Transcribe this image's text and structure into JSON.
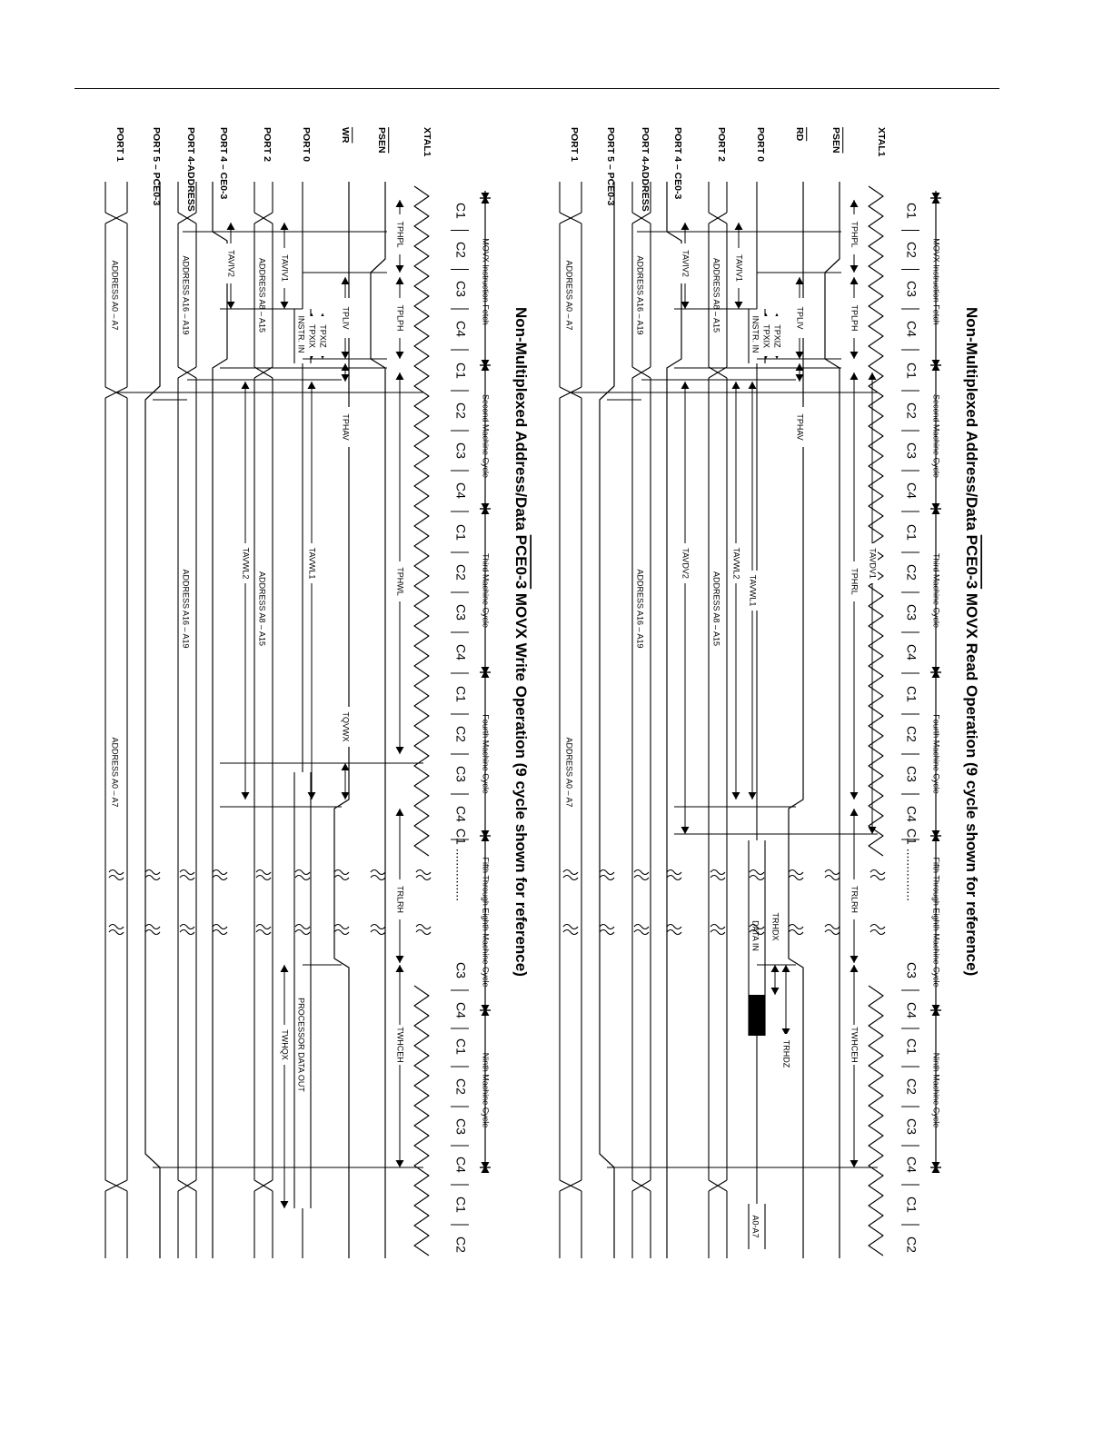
{
  "panels": [
    {
      "id": "read",
      "title_pre": "Non-Multiplexed Address/Data ",
      "title_over": "PCE0-3",
      "title_post": " MOVX Read Operation (9 cycle shown for reference)",
      "signals": [
        "XTAL1",
        "PSEN",
        "RD",
        "PORT 0",
        "PORT 2",
        "PORT 4 – CE0-3",
        "PORT 4-ADDRESS",
        "PORT 5 – PCE0-3",
        "PORT 1"
      ],
      "machine_cycles": [
        "MOVX Instruction Fetch",
        "Second Machine Cycle",
        "Third Machine Cycle",
        "Fourth Machine Cycle",
        "Fifth Through Eighth Machine Cycle",
        "Ninth Machine Cycle"
      ],
      "cycle_labels": [
        "C1",
        "C2",
        "C3",
        "C4",
        "C1",
        "C2",
        "C3",
        "C4",
        "C1",
        "C2",
        "C3",
        "C4",
        "C1",
        "C2",
        "C3",
        "C4",
        "C1 ...............",
        "C3",
        "C4",
        "C1",
        "C2",
        "C3",
        "C4",
        "C1",
        "C2"
      ],
      "timings": [
        "TPHPL",
        "TPLPH",
        "TPLIV",
        "TPXIZ",
        "TPXIX",
        "TPHAV",
        "TAVIV1",
        "TAVIV2",
        "TPHRL",
        "TAVDV1",
        "TAVWL1",
        "TAVWL2",
        "TAVDV2",
        "TRLRH",
        "TRHDX",
        "TRHDZ",
        "TWHCEH"
      ],
      "buses": {
        "port0_instr": "INSTR. IN",
        "port0_data": "DATA IN",
        "port0_addr": "A0-A7",
        "port2_a": "ADDRESS A8 – A15",
        "port2_b": "ADDRESS A8 – A15",
        "port4_a": "ADDRESS A16 – A19",
        "port4_b": "ADDRESS A16 – A19",
        "port1_a": "ADDRESS A0 – A7",
        "port1_b": "ADDRESS A0 – A7"
      }
    },
    {
      "id": "write",
      "title_pre": "Non-Multiplexed Address/Data ",
      "title_over": "PCE0-3",
      "title_post": " MOVX Write Operation (9 cycle shown for reference)",
      "signals": [
        "XTAL1",
        "PSEN",
        "WR",
        "PORT 0",
        "PORT 2",
        "PORT 4 – CE0-3",
        "PORT 4-ADDRESS",
        "PORT 5 – PCE0-3",
        "PORT 1"
      ],
      "machine_cycles": [
        "MOVX Instruction Fetch",
        "Second Machine Cycle",
        "Third Machine Cycle",
        "Fourth Machine Cycle",
        "Fifth Through Eighth Machine Cycle",
        "Ninth Machine Cycle"
      ],
      "cycle_labels": [
        "C1",
        "C2",
        "C3",
        "C4",
        "C1",
        "C2",
        "C3",
        "C4",
        "C1",
        "C2",
        "C3",
        "C4",
        "C1",
        "C2",
        "C3",
        "C4",
        "C1 ...............",
        "C3",
        "C4",
        "C1",
        "C2",
        "C3",
        "C4",
        "C1",
        "C2"
      ],
      "timings": [
        "TPHPL",
        "TPLPH",
        "TPLIV",
        "TPXIZ",
        "TPXIX",
        "TPHAV",
        "TAVIV1",
        "TAVIV2",
        "TPHWL",
        "TAVWL1",
        "TAVWL2",
        "TQVWX",
        "TRLRH",
        "TWHCEH",
        "TWHQX"
      ],
      "buses": {
        "port0_instr": "INSTR. IN",
        "port0_data": "PROCESSOR DATA OUT",
        "port2_a": "ADDRESS A8 – A15",
        "port2_b": "ADDRESS A8 – A15",
        "port4_a": "ADDRESS A16 – A19",
        "port4_b": "ADDRESS A16 – A19",
        "port1_a": "ADDRESS A0 – A7",
        "port1_b": "ADDRESS A0 – A7"
      }
    }
  ]
}
